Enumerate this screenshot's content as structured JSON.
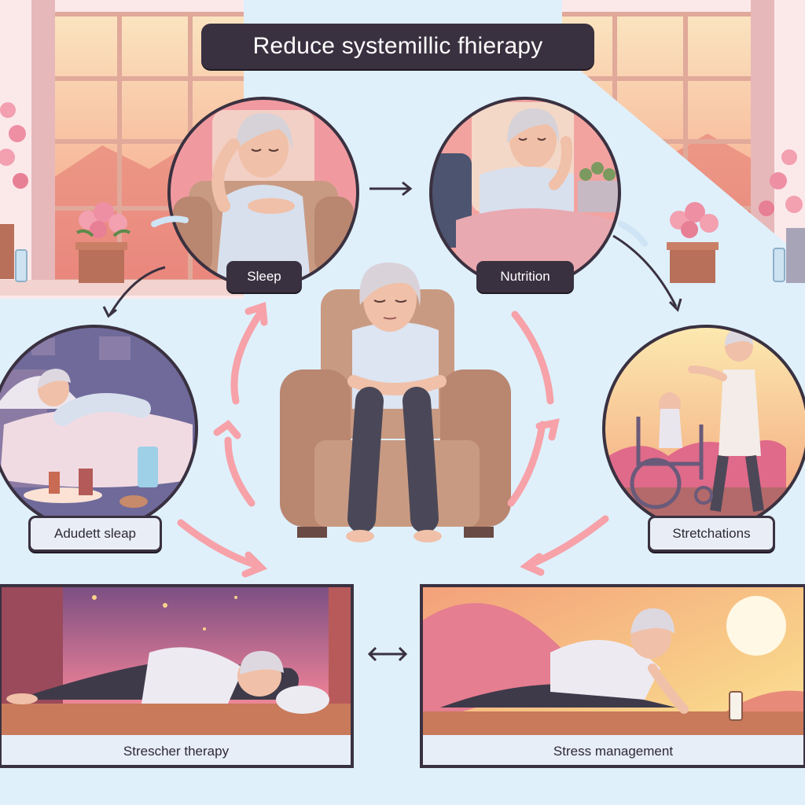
{
  "title": "Reduce systemillic fhierapy",
  "labels": {
    "sleep": "Sleep",
    "nutrition": "Nutrition",
    "adult_sleep": "Adudett sleap",
    "stretch": "Stretchations",
    "stretcher_therapy": "Strescher therapy",
    "stress": "Stress management"
  },
  "colors": {
    "background": "#dff0fb",
    "label_dark": "#3a3140",
    "arrow_pink": "#f7a1a8",
    "armchair": "#c99a82"
  },
  "panels": [
    {
      "scene": "woman-resting-head-armchair",
      "shape": "circle"
    },
    {
      "scene": "woman-under-blanket-armchair",
      "shape": "circle"
    },
    {
      "scene": "woman-lying-in-bed-night",
      "shape": "circle"
    },
    {
      "scene": "caregiver-with-wheelchair-sunset",
      "shape": "circle"
    },
    {
      "scene": "woman-lying-on-bench-window",
      "shape": "rectangle"
    },
    {
      "scene": "woman-stretching-on-floor-sunset",
      "shape": "rectangle"
    }
  ]
}
